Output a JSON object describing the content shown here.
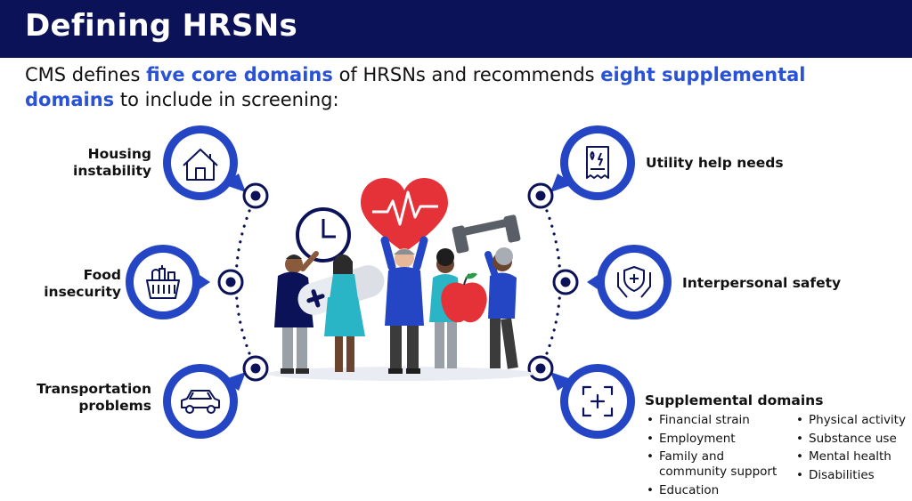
{
  "header": {
    "title": "Defining HRSNs"
  },
  "intro": {
    "part1": "CMS defines ",
    "highlight1": "five core domains",
    "part2": " of HRSNs and recommends ",
    "highlight2": "eight supplemental domains",
    "part3": " to include in screening:"
  },
  "domains": {
    "housing": {
      "line1": "Housing",
      "line2": "instability",
      "icon": "house-icon"
    },
    "food": {
      "line1": "Food",
      "line2": "insecurity",
      "icon": "grocery-basket-icon"
    },
    "transport": {
      "line1": "Transportation",
      "line2": "problems",
      "icon": "car-icon"
    },
    "utility": {
      "label": "Utility help needs",
      "icon": "utility-bill-icon"
    },
    "safety": {
      "label": "Interpersonal safety",
      "icon": "hands-shield-icon"
    },
    "supplemental": {
      "label": "Supplemental domains",
      "icon": "plus-frame-icon",
      "col1": [
        "Financial strain",
        "Employment",
        "Family and community support",
        "Education"
      ],
      "col2": [
        "Physical activity",
        "Substance use",
        "Mental health",
        "Disabilities"
      ]
    }
  },
  "colors": {
    "header_bg": "#0b1257",
    "accent": "#2a52d6",
    "circle_fill": "#2546c4",
    "dot_color": "#0b1257"
  }
}
